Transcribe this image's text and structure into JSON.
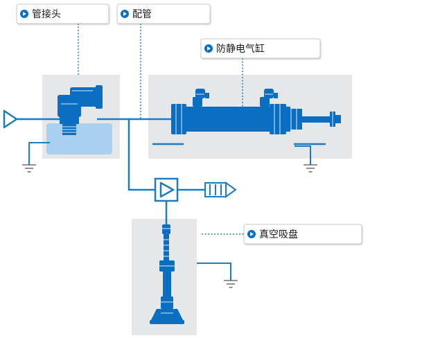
{
  "labels": {
    "fitting": "管接头",
    "piping": "配管",
    "cylinder": "防静电气缸",
    "vacuum_cup": "真空吸盘"
  },
  "colors": {
    "line": "#1a7dc4",
    "component": "#0a6fc2",
    "panel": "#e6e7e9",
    "liquid": "#a9d0ee",
    "ground": "#555555",
    "label_border": "#c6c7c9",
    "bullet": "#0a6fc2"
  },
  "icons": [
    "play-bullet-icon",
    "ground-symbol-icon",
    "triangle-source-icon",
    "ejector-icon",
    "silencer-icon"
  ]
}
